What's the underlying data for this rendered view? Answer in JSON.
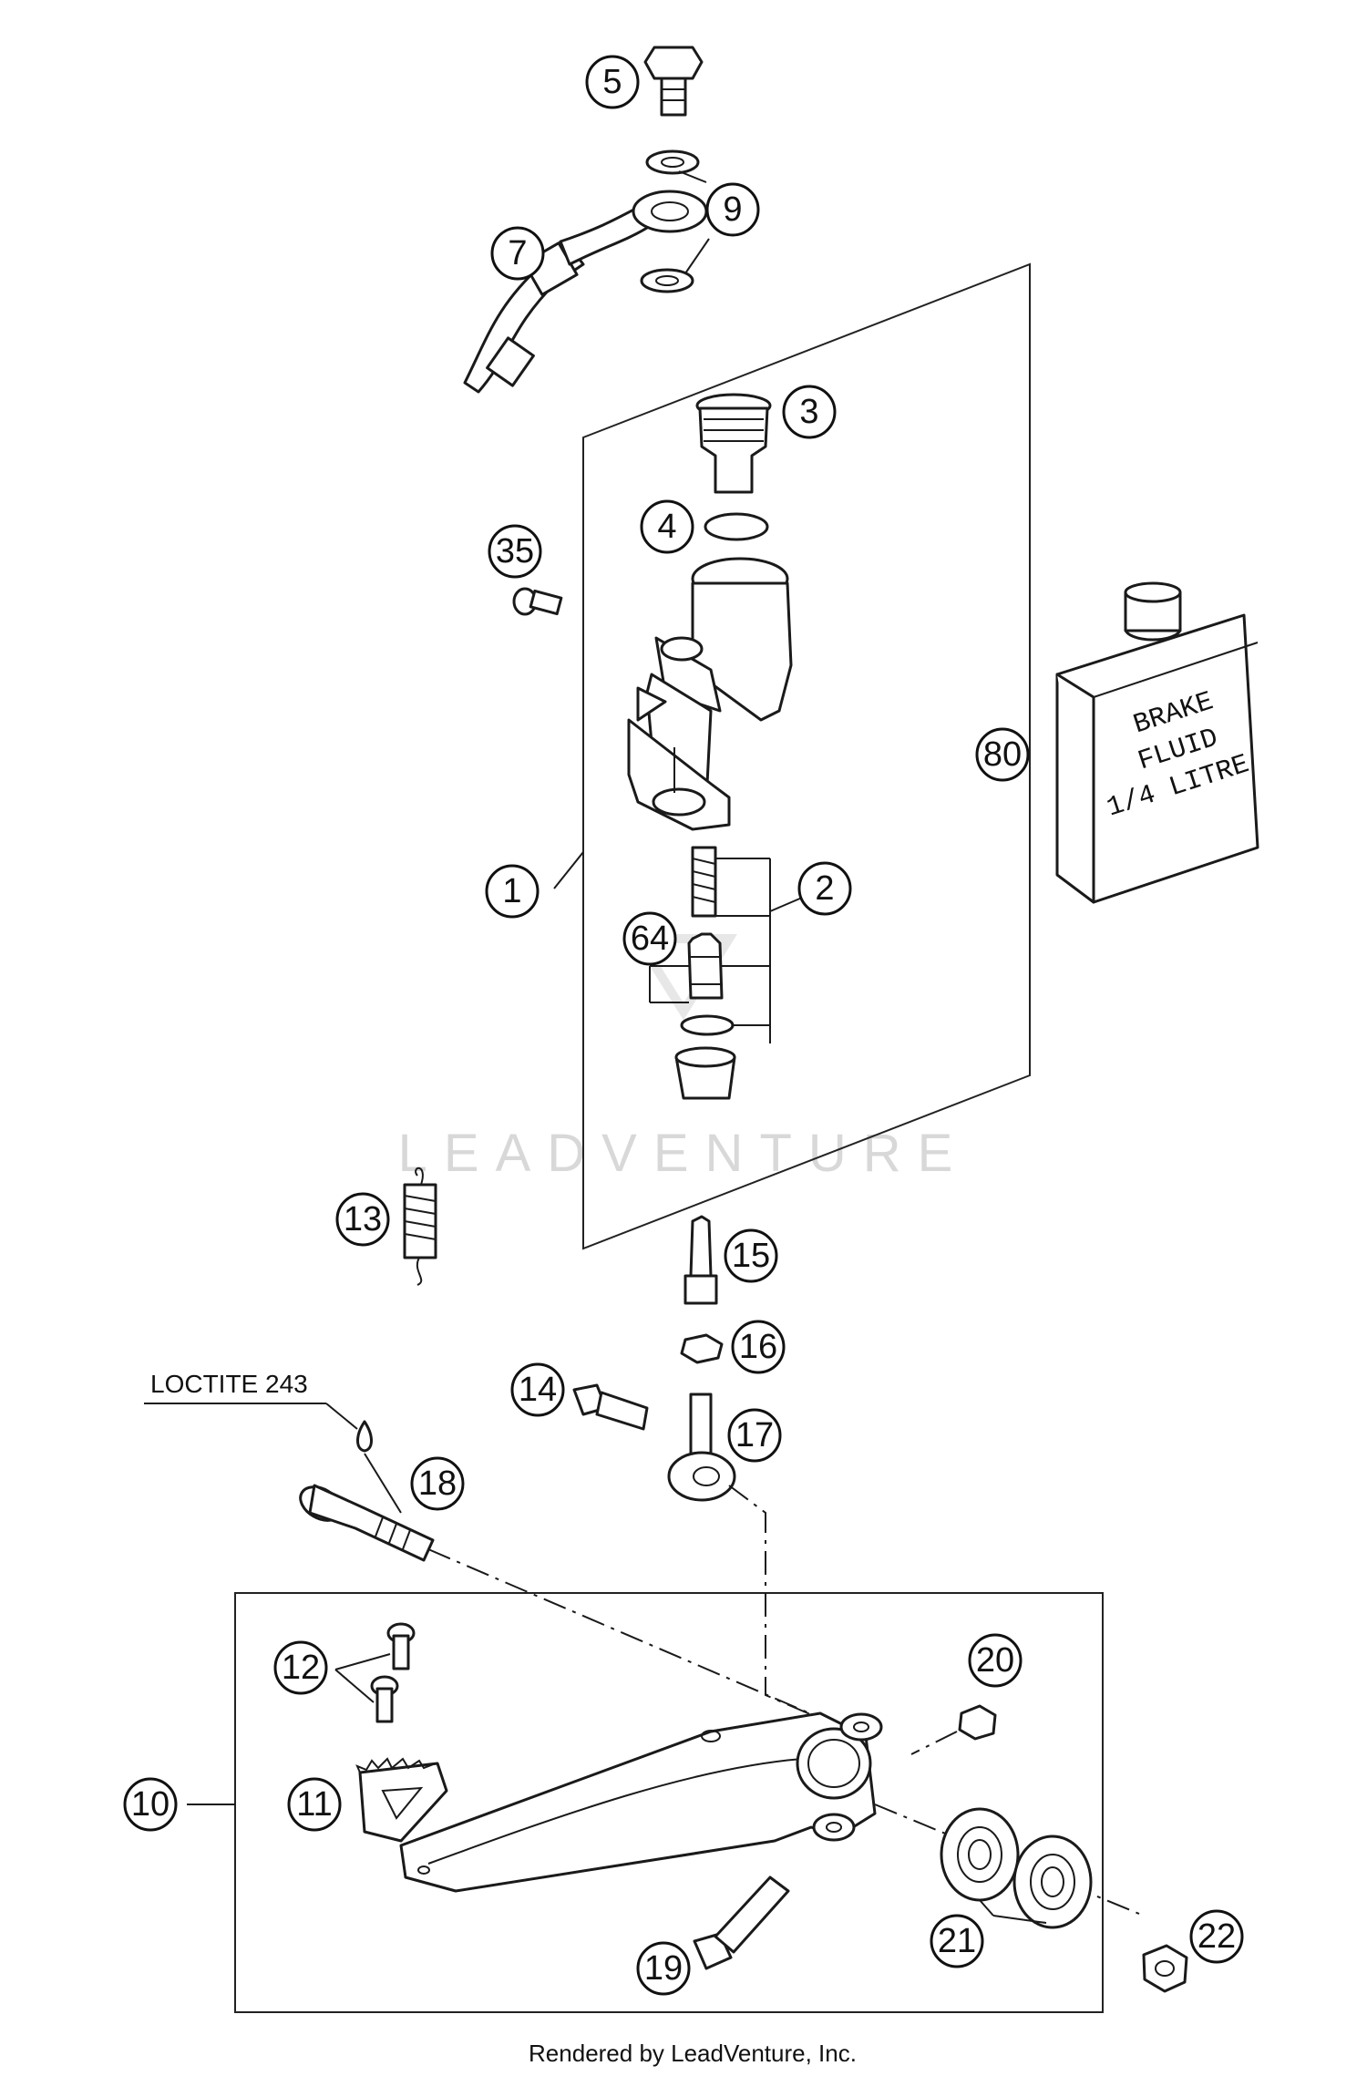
{
  "callouts": [
    {
      "id": "5",
      "text": "5"
    },
    {
      "id": "9",
      "text": "9"
    },
    {
      "id": "7",
      "text": "7"
    },
    {
      "id": "3",
      "text": "3"
    },
    {
      "id": "4",
      "text": "4"
    },
    {
      "id": "35",
      "text": "35"
    },
    {
      "id": "80",
      "text": "80"
    },
    {
      "id": "1",
      "text": "1"
    },
    {
      "id": "2",
      "text": "2"
    },
    {
      "id": "64",
      "text": "64"
    },
    {
      "id": "13",
      "text": "13"
    },
    {
      "id": "15",
      "text": "15"
    },
    {
      "id": "16",
      "text": "16"
    },
    {
      "id": "14",
      "text": "14"
    },
    {
      "id": "17",
      "text": "17"
    },
    {
      "id": "18",
      "text": "18"
    },
    {
      "id": "12",
      "text": "12"
    },
    {
      "id": "20",
      "text": "20"
    },
    {
      "id": "10",
      "text": "10"
    },
    {
      "id": "11",
      "text": "11"
    },
    {
      "id": "19",
      "text": "19"
    },
    {
      "id": "21",
      "text": "21"
    },
    {
      "id": "22",
      "text": "22"
    }
  ],
  "labels": {
    "loctite": "LOCTITE 243",
    "can_line1": "BRAKE",
    "can_line2": "FLUID",
    "can_line3": "1/4 LITRE"
  },
  "watermark": "LEADVENTURE",
  "footer": "Rendered by LeadVenture, Inc."
}
